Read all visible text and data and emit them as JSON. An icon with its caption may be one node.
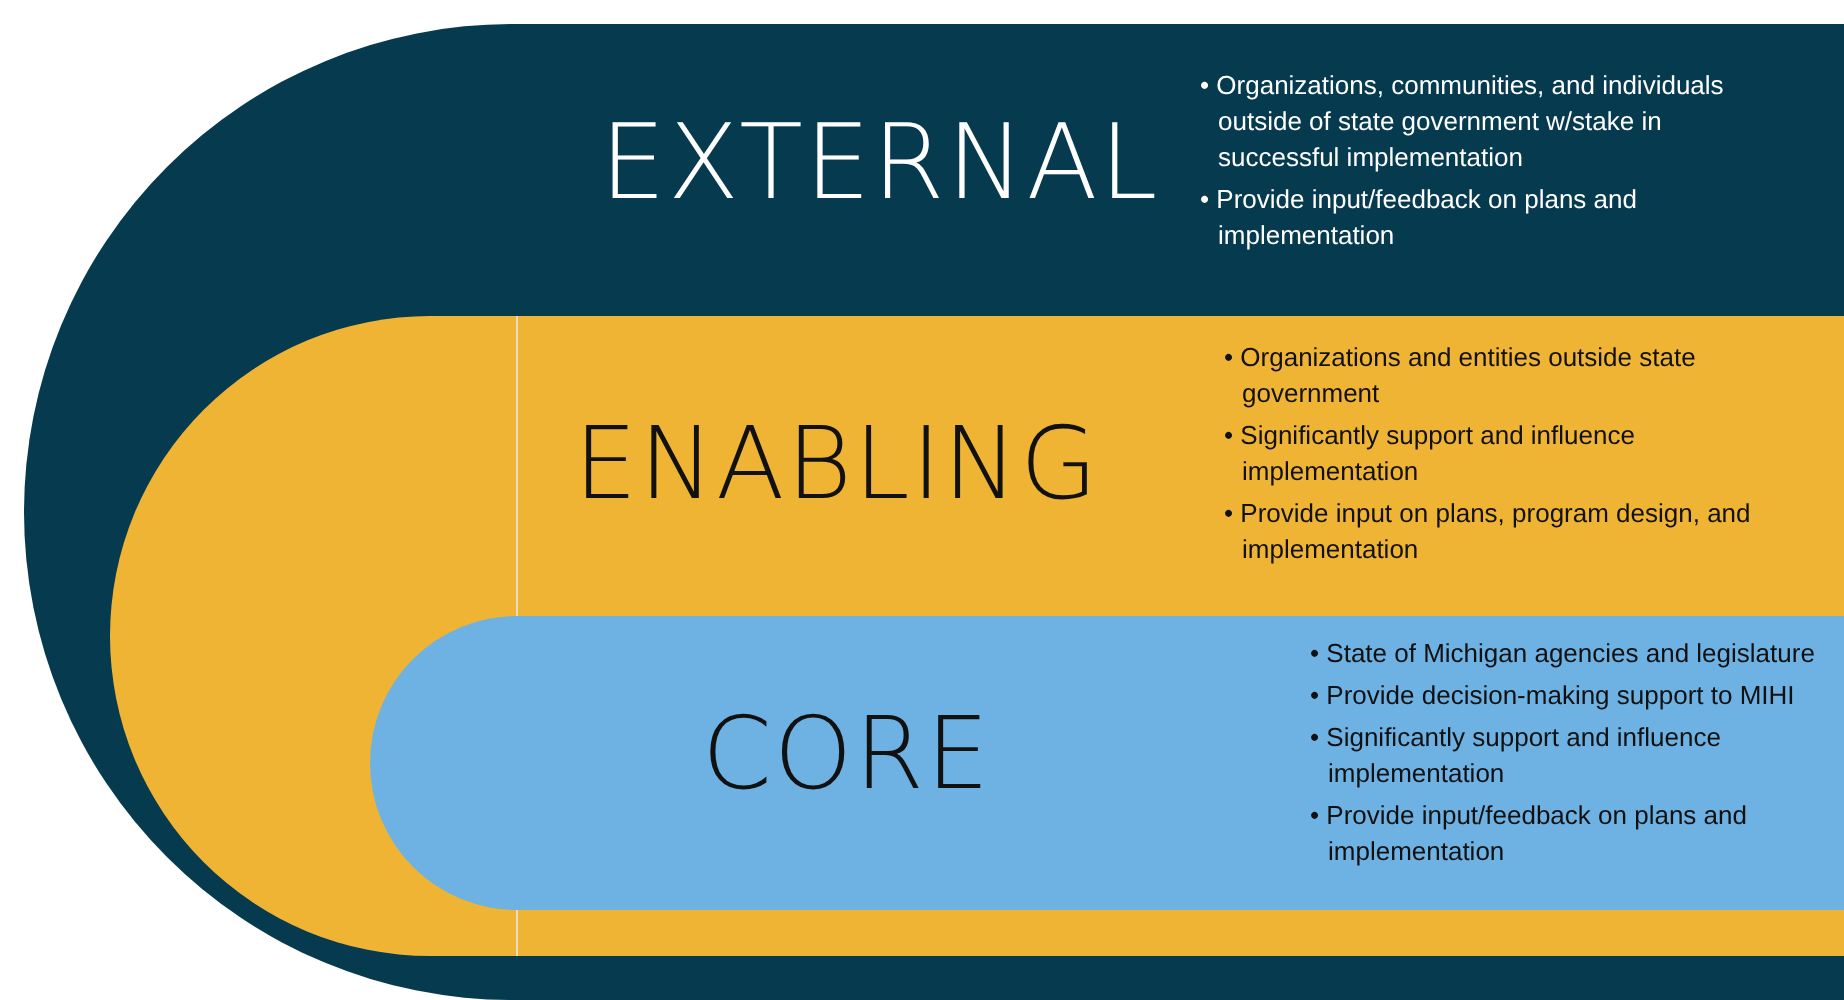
{
  "diagram": {
    "nodes": [
      {
        "text": [
          "EXTERNAL",
          "• Organizations, communities, and individuals outside of state government w/stake in successful implementation",
          "• Provide input/feedback on plans and implementation"
        ]
      },
      {
        "text": [
          "ENABLING",
          "• Organizations and entities outside state government",
          "• Significantly support and influence implementation",
          "• Provide input on plans, program design, and implementation"
        ],
        "in": 0
      },
      {
        "text": [
          "CORE",
          "• State of Michigan agencies and legislature",
          "• Provide decision-making support to MIHI",
          "• Significantly support and influence implementation",
          "• Provide input/feedback on plans and implementation"
        ],
        "in": 1
      }
    ]
  }
}
